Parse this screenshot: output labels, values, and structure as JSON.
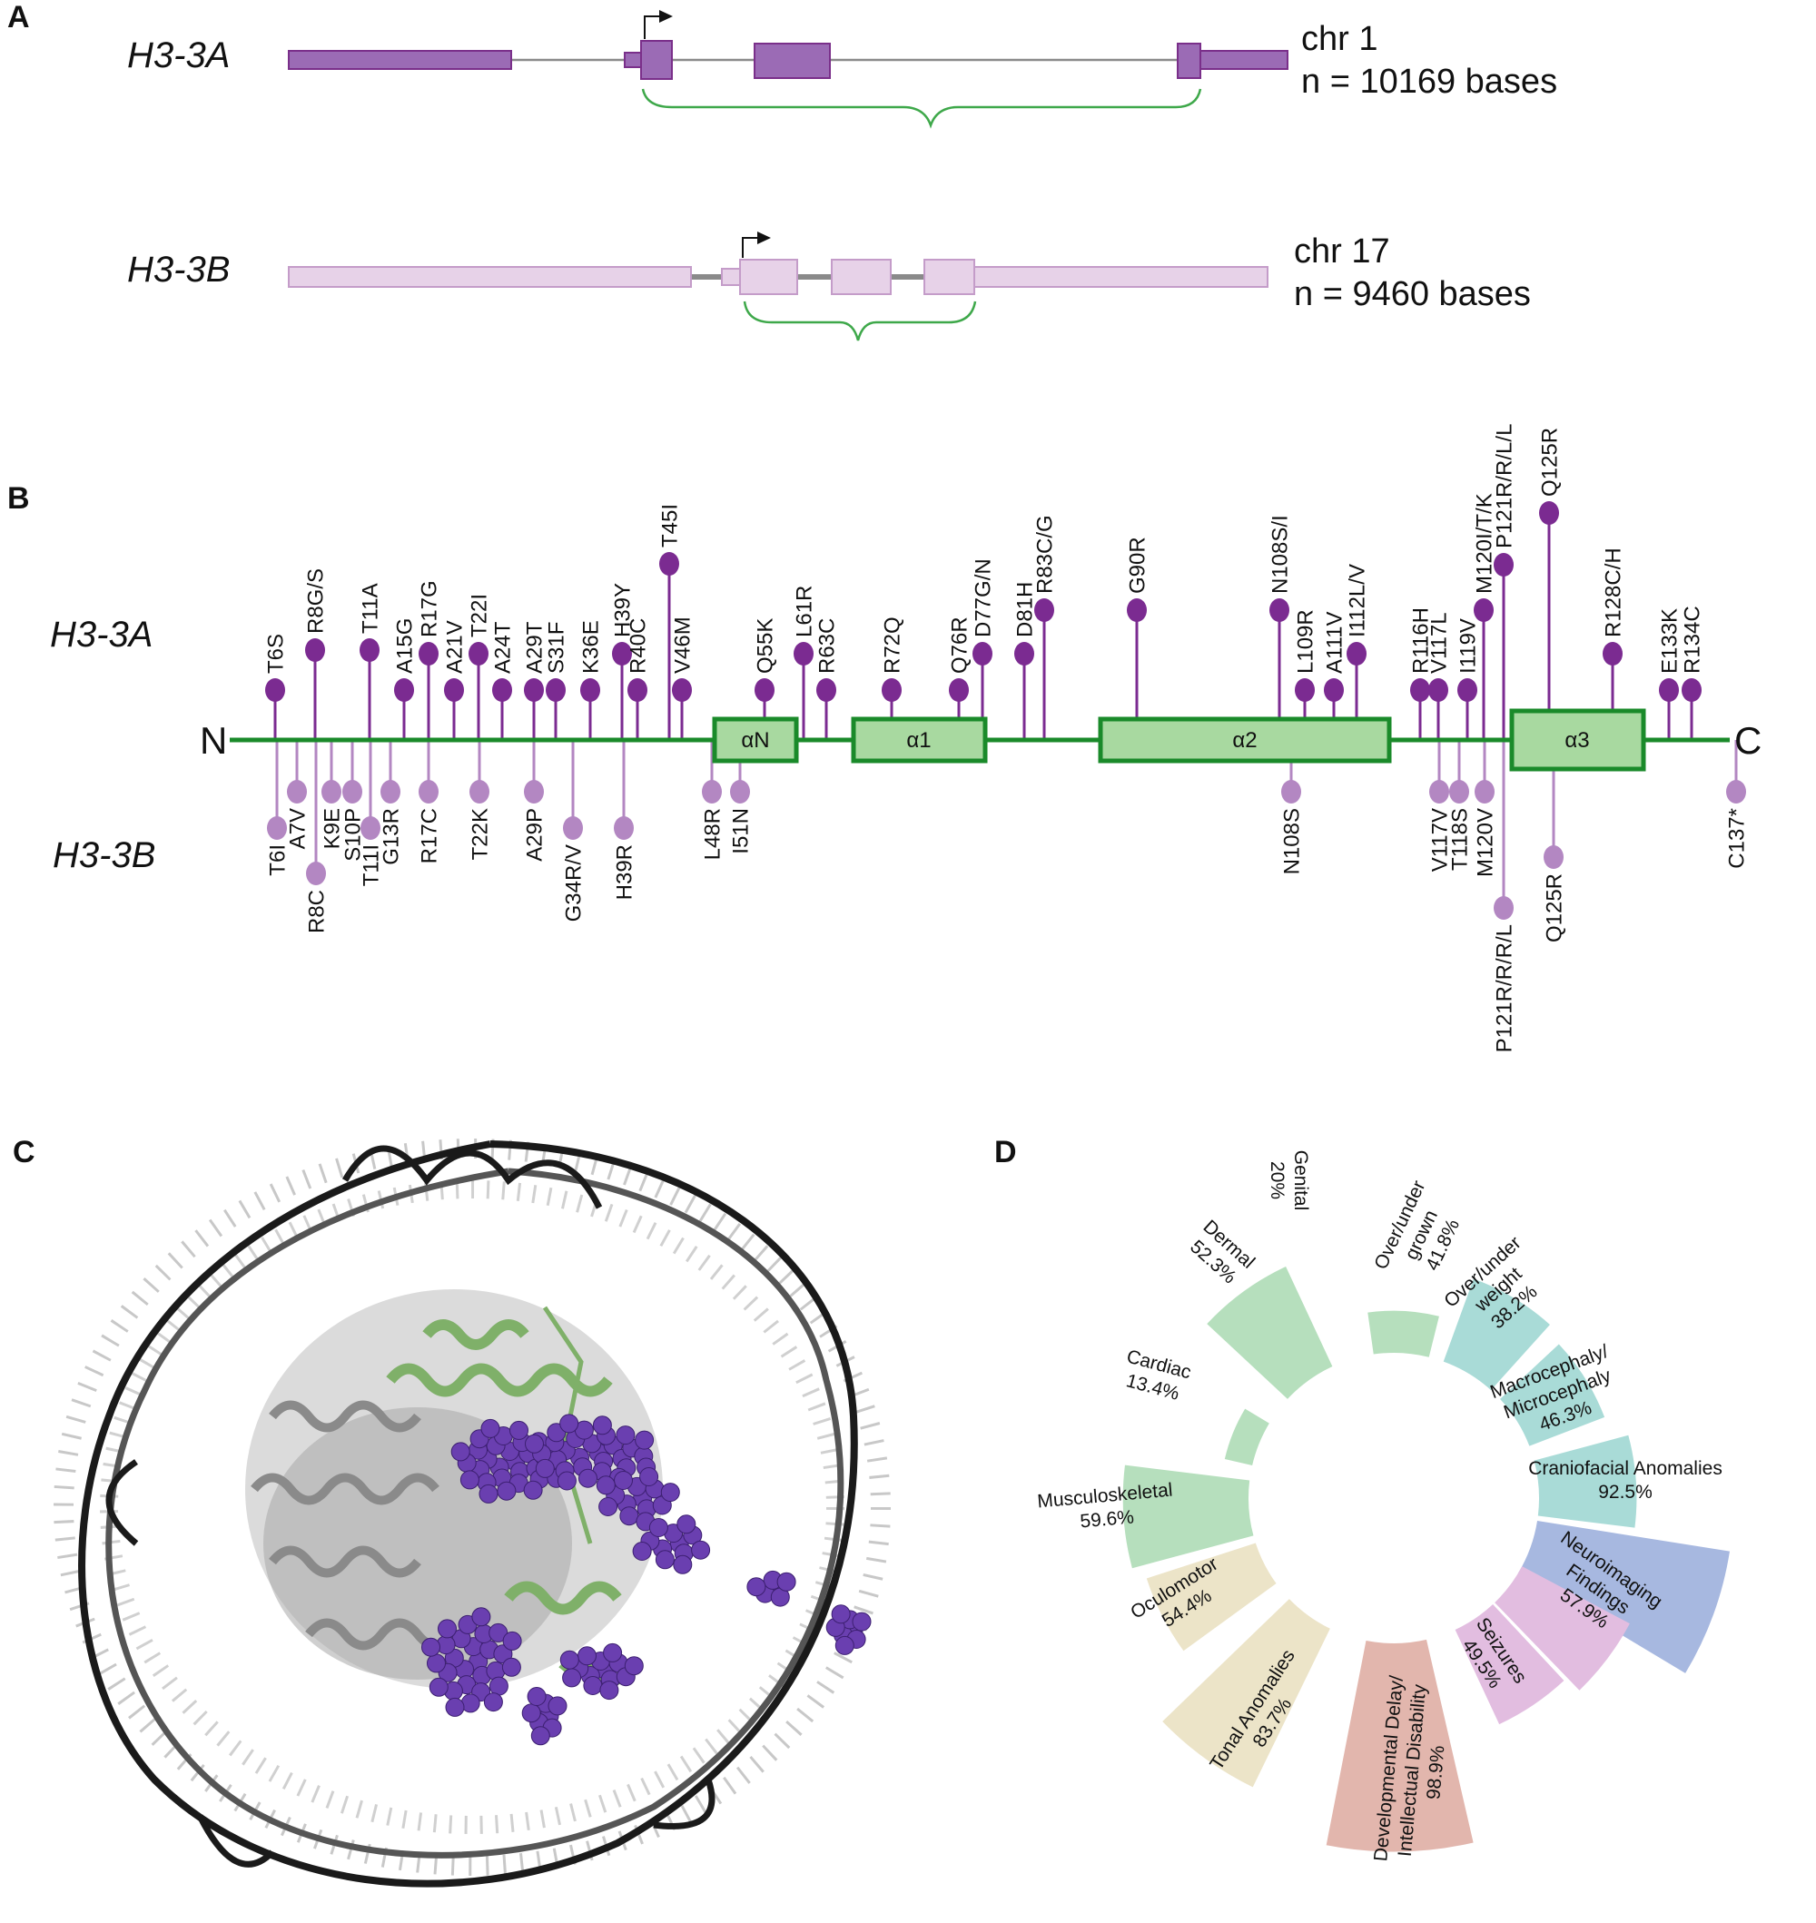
{
  "panels": {
    "a": "A",
    "b": "B",
    "c": "C",
    "d": "D"
  },
  "panel_a": {
    "genes": [
      {
        "name": "H3-3A",
        "chr": "chr 1",
        "length": "n = 10169 bases",
        "color": "#9b6bb5",
        "border": "#7a2f8a"
      },
      {
        "name": "H3-3B",
        "chr": "chr 17",
        "length": "n = 9460 bases",
        "color": "#e7d2e8",
        "border": "#c49cc9"
      }
    ]
  },
  "panel_b": {
    "n_label": "N",
    "c_label": "C",
    "gene_a": "H3-3A",
    "gene_b": "H3-3B",
    "colors": {
      "backbone": "#1a8a2a",
      "domain_fill": "#a8d9a0",
      "a_pin": "#7b2b91",
      "b_pin": "#b387c2"
    },
    "domains": [
      "αN",
      "α1",
      "α2",
      "α3"
    ],
    "a_mutations": [
      "T6S",
      "R8G/S",
      "T11A",
      "A15G",
      "R17G",
      "A21V",
      "T22I",
      "A24T",
      "A29T",
      "S31F",
      "K36E",
      "H39Y",
      "R40C",
      "T45I",
      "V46M",
      "Q55K",
      "L61R",
      "R63C",
      "R72Q",
      "Q76R",
      "D77G/N",
      "D81H",
      "R83C/G",
      "G90R",
      "N108S/I",
      "L109R",
      "A111V",
      "I112L/V",
      "R116H",
      "V117L",
      "I119V",
      "M120I/T/K",
      "P121R/R/L/L",
      "Q125R",
      "R128C/H",
      "E133K",
      "R134C"
    ],
    "b_mutations": [
      "T6I",
      "A7V",
      "R8C",
      "K9E",
      "S10P",
      "T11I",
      "G13R",
      "R17C",
      "T22K",
      "A29P",
      "G34R/V",
      "H39R",
      "L48R",
      "I51N",
      "N108S",
      "V117V",
      "T118S",
      "M120V",
      "P121R/R/R/L",
      "Q125R",
      "C137*"
    ]
  },
  "panel_c": {
    "atom_color": "#6a3fb0",
    "helix_color": "#7fb069",
    "core_color": "#a8a8a8"
  },
  "chart_data": {
    "type": "radial bar",
    "categories": [
      "Genital",
      "Over/under grown",
      "Over/under weight",
      "Macrocephaly/ Microcephaly",
      "Craniofacial Anomalies",
      "Neuroimaging Findings",
      "Seizures",
      "Developmental Delay/ Intellectual Disability",
      "Tonal Anomalies",
      "Oculomotor",
      "Musculoskeletal",
      "Cardiac",
      "Dermal"
    ],
    "values": [
      20,
      41.8,
      38.2,
      46.3,
      92.5,
      57.9,
      49.5,
      98.9,
      83.7,
      54.4,
      59.6,
      13.4,
      52.3
    ],
    "value_labels": [
      "20%",
      "41.8%",
      "38.2%",
      "46.3%",
      "92.5%",
      "57.9%",
      "49.5%",
      "98.9%",
      "83.7%",
      "54.4%",
      "59.6%",
      "13.4%",
      "52.3%"
    ],
    "label_lines": [
      [
        "Genital",
        "20%"
      ],
      [
        "Over/under",
        "grown",
        "41.8%"
      ],
      [
        "Over/under",
        "weight",
        "38.2%"
      ],
      [
        "Macrocephaly/",
        "Microcephaly",
        "46.3%"
      ],
      [
        "Craniofacial Anomalies",
        "92.5%"
      ],
      [
        "Neuroimaging",
        "Findings",
        "57.9%"
      ],
      [
        "Seizures",
        "49.5%"
      ],
      [
        "Developmental Delay/",
        "Intellectual Disability",
        "98.9%"
      ],
      [
        "Tonal Anomalies",
        "83.7%"
      ],
      [
        "Oculomotor",
        "54.4%"
      ],
      [
        "Musculoskeletal",
        "59.6%"
      ],
      [
        "Cardiac",
        "13.4%"
      ],
      [
        "Dermal",
        "52.3%"
      ]
    ],
    "colors": [
      "#b6dfbd",
      "#a9dbd7",
      "#a9dbd7",
      "#a9dbd7",
      "#a7b8e0",
      "#e2bde0",
      "#e2bde0",
      "#e2b6ad",
      "#ece4c8",
      "#ece4c8",
      "#b6dfbd",
      "#b6dfbd",
      "#b6dfbd"
    ],
    "max": 100
  }
}
